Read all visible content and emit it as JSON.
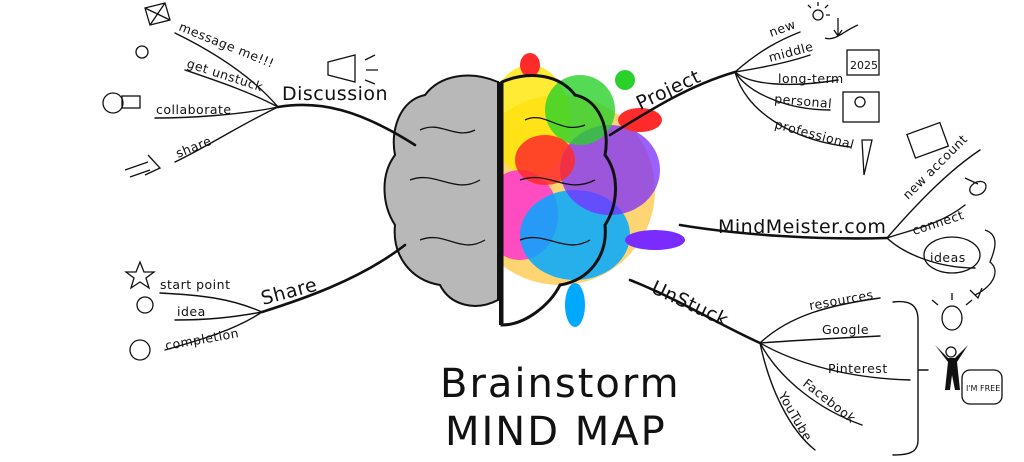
{
  "title": {
    "line1": "Brainstorm",
    "line2": "MIND MAP"
  },
  "branches": {
    "discussion": {
      "label": "Discussion",
      "items": [
        "message me!!!",
        "get unstuck",
        "collaborate",
        "share"
      ]
    },
    "share": {
      "label": "Share",
      "items": [
        "start point",
        "idea",
        "completion"
      ]
    },
    "project": {
      "label": "Project",
      "items": [
        "new",
        "middle",
        "long-term",
        "personal",
        "professional"
      ]
    },
    "mindmeister": {
      "label": "MindMeister.com",
      "items": [
        "new account",
        "connect",
        "ideas"
      ]
    },
    "unstuck": {
      "label": "UnStuck",
      "items": [
        "resources",
        "Google",
        "Pinterest",
        "Facebook",
        "YouTube"
      ]
    }
  },
  "icons": {
    "calendar_year": "2025",
    "speech_bubble": "I'M FREE!"
  },
  "colors": {
    "ink": "#111111",
    "brain_left": "#b8b8b8",
    "splash": [
      "#ff2a2a",
      "#ffb000",
      "#ffe600",
      "#2bd12b",
      "#00a8ff",
      "#7a2cff",
      "#ff2ad4"
    ]
  }
}
